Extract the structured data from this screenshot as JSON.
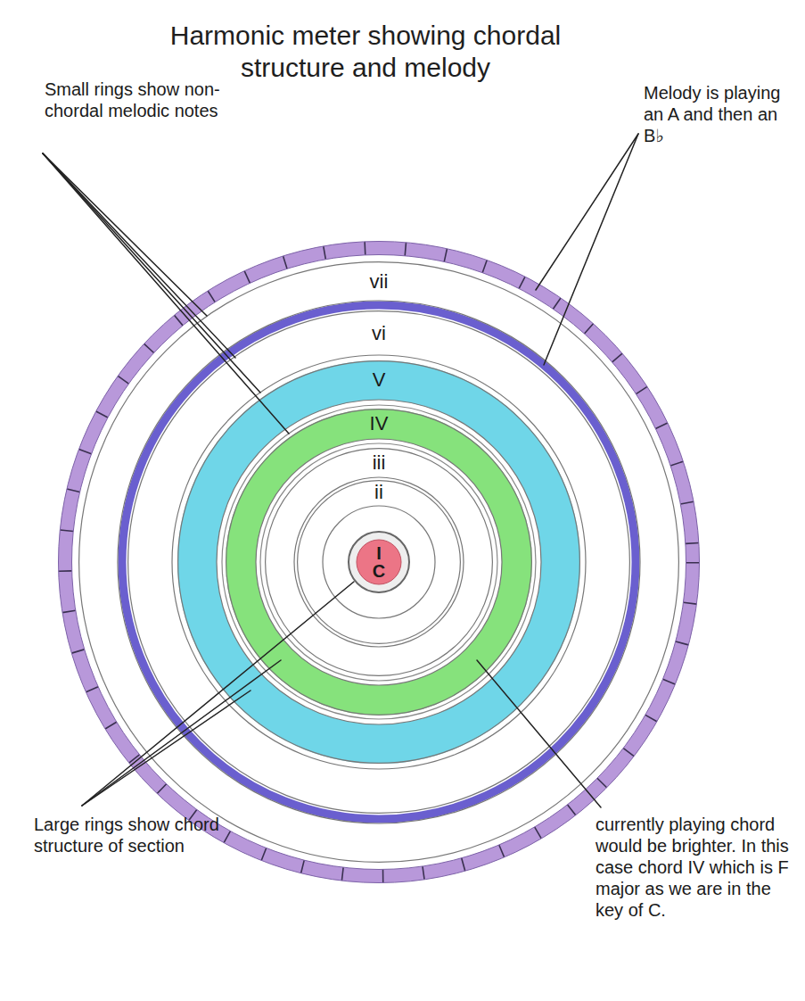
{
  "diagram": {
    "title": "Harmonic meter showing chordal structure and melody",
    "nodes": [
      {
        "text": [
          "vii"
        ]
      },
      {
        "text": [
          "vi"
        ]
      },
      {
        "text": [
          "V"
        ]
      },
      {
        "text": [
          "IV"
        ]
      },
      {
        "text": [
          "iii"
        ]
      },
      {
        "text": [
          "ii"
        ]
      },
      {
        "text": [
          "I",
          "C"
        ]
      }
    ],
    "labels": [
      "Small rings show non-chordal melodic notes",
      "Melody is playing an A and then an B♭",
      "Large rings show chord structure of section",
      "currently playing chord would be brighter. In this case chord IV which is F major as we are in the key of C."
    ]
  }
}
